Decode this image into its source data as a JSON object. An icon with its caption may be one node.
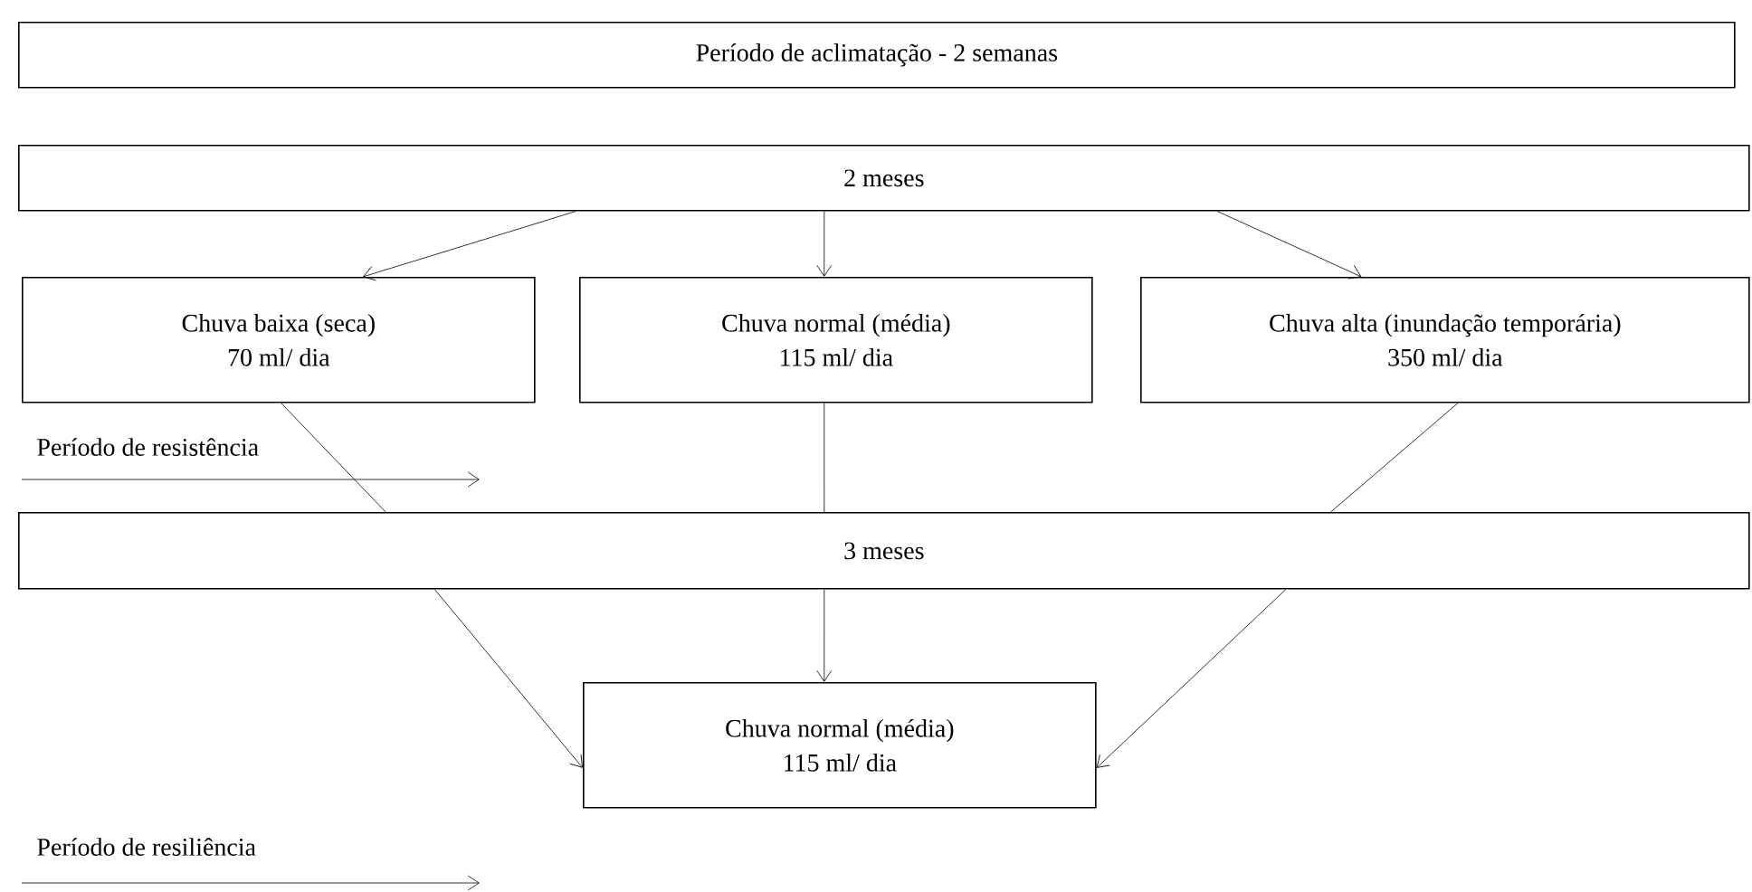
{
  "diagram": {
    "nodes": [
      {
        "text": [
          "Período de aclimatação  -  2 semanas"
        ]
      },
      {
        "text": [
          "2 meses"
        ]
      },
      {
        "text": [
          "Chuva baixa (seca)",
          "70 ml/ dia"
        ]
      },
      {
        "text": [
          "Chuva normal (média)",
          "115 ml/ dia"
        ]
      },
      {
        "text": [
          "Chuva alta (inundação temporária)",
          "350  ml/ dia"
        ]
      },
      {
        "text": [
          "3 meses"
        ]
      },
      {
        "text": [
          "Chuva normal (média)",
          "115 ml/ dia"
        ]
      }
    ],
    "edges": [
      {
        "from": 1,
        "to": 2,
        "arrow": "to"
      },
      {
        "from": 1,
        "to": 3,
        "arrow": "to"
      },
      {
        "from": 1,
        "to": 4,
        "arrow": "to"
      },
      {
        "from": 2,
        "to": 5,
        "arrow": "none"
      },
      {
        "from": 3,
        "to": 5,
        "arrow": "none"
      },
      {
        "from": 4,
        "to": 5,
        "arrow": "none"
      },
      {
        "from": 5,
        "to": 6,
        "arrow": "to"
      },
      {
        "from": 5,
        "to": 6,
        "arrow": "to"
      },
      {
        "from": 5,
        "to": 6,
        "arrow": "to"
      }
    ],
    "labels": [
      "Período de  resistência",
      "Período de resiliência"
    ]
  }
}
